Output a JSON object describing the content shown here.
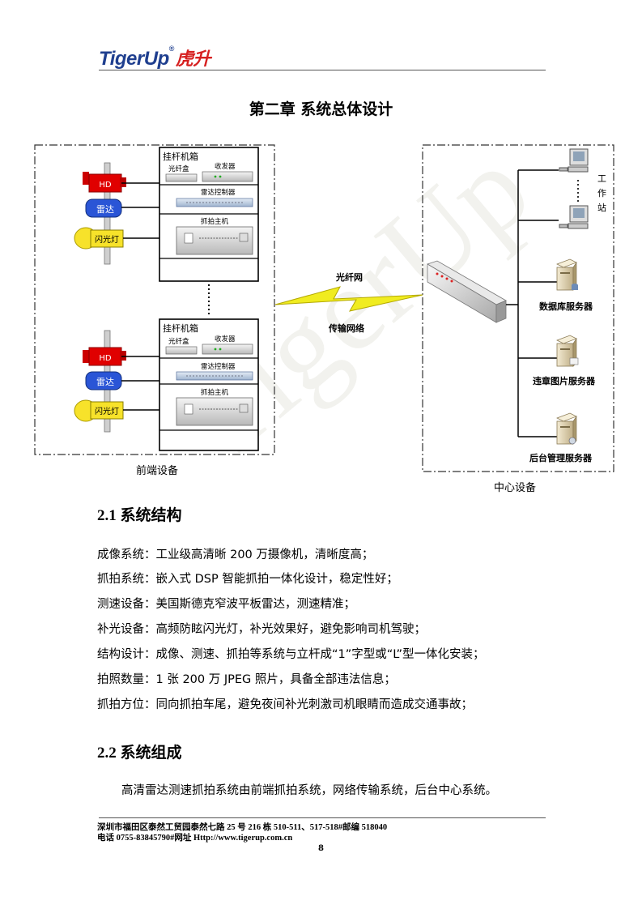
{
  "header": {
    "logo_en": "TigerUp",
    "logo_reg": "®",
    "logo_cn": "虎升"
  },
  "watermark": "TigerUp",
  "chapter_title": "第二章 系统总体设计",
  "diagram": {
    "box_label": "挂杆机箱",
    "fiber_box": "光纤盒",
    "transceiver": "收发器",
    "radar_controller": "雷达控制器",
    "capture_host": "抓拍主机",
    "hd": "HD",
    "radar": "雷达",
    "flash": "闪光灯",
    "front_label": "前端设备",
    "center_label": "中心设备",
    "fiber_net": "光纤网",
    "transport_net": "传输网络",
    "workstation": "工作站",
    "db_server": "数据库服务器",
    "violation_server": "违章图片服务器",
    "backend_server": "后台管理服务器"
  },
  "section1": {
    "heading": "2.1 系统结构",
    "lines": [
      "成像系统：工业级高清晰 200 万摄像机，清晰度高；",
      "抓拍系统：嵌入式 DSP 智能抓拍一体化设计，稳定性好；",
      "测速设备：美国斯德克窄波平板雷达，测速精准；",
      "补光设备：高频防眩闪光灯，补光效果好，避免影响司机驾驶；",
      "结构设计：成像、测速、抓拍等系统与立杆成“1”字型或“L”型一体化安装；",
      "拍照数量：1 张 200 万 JPEG 照片，具备全部违法信息；",
      "抓拍方位：同向抓拍车尾，避免夜间补光刺激司机眼睛而造成交通事故；"
    ]
  },
  "section2": {
    "heading": "2.2 系统组成",
    "para": "高清雷达测速抓拍系统由前端抓拍系统，网络传输系统，后台中心系统。"
  },
  "footer": {
    "line1": "深圳市福田区泰然工贸园泰然七路 25 号 216 栋 510-511、517-518#邮编 518040",
    "line2": "电话 0755-83845790#网址 Http://www.tigerup.com.cn",
    "page": "8"
  }
}
